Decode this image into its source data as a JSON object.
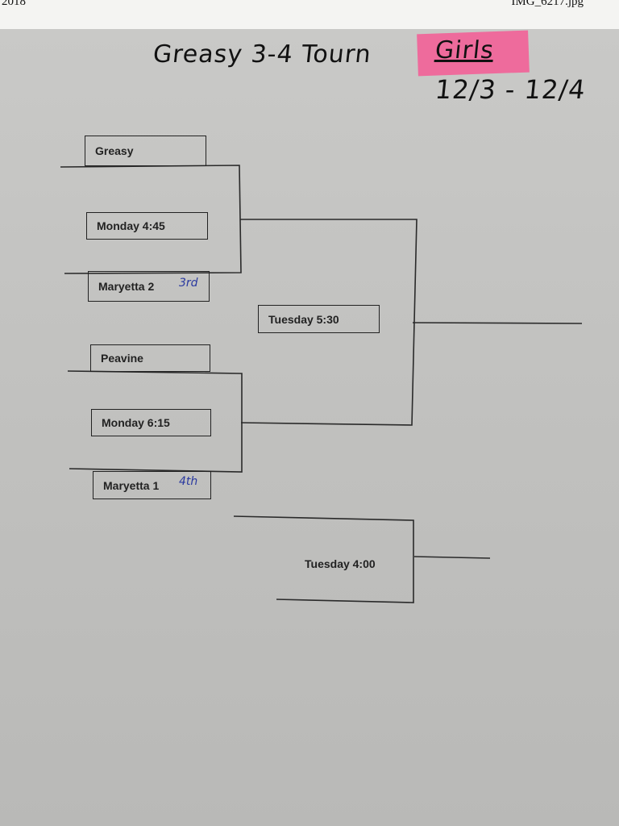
{
  "header": {
    "year_fragment": "2018",
    "filename_fragment": "IMG_6217.jpg"
  },
  "document": {
    "title": "Greasy 3-4 Tourn",
    "gender": "Girls",
    "dates": "12/3 - 12/4"
  },
  "bracket": {
    "team_greasy": "Greasy",
    "game_monday_445": "Monday 4:45",
    "team_maryetta2": "Maryetta 2",
    "note_3rd": "3rd",
    "team_peavine": "Peavine",
    "game_monday_615": "Monday 6:15",
    "team_maryetta1": "Maryetta 1",
    "note_4th": "4th",
    "game_tuesday_530": "Tuesday 5:30",
    "game_tuesday_400": "Tuesday 4:00"
  },
  "colors": {
    "paper": "#c4c4c2",
    "ink": "#222222",
    "highlight_pink": "#ee6b9c",
    "pen_blue": "#2b3aa0"
  }
}
